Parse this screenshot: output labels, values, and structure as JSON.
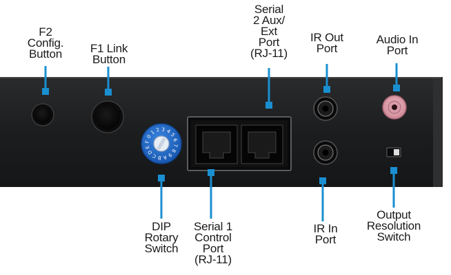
{
  "colors": {
    "panel": "#1d1e20",
    "panel_edge": "#3a3b3d",
    "callout": "#1a8fd0",
    "label_text": "#1a1a1a",
    "dial": "#1f6fd0",
    "audio_jack": "#e8a0ae"
  },
  "labels": {
    "f2": "F2\nConfig.\nButton",
    "f1": "F1 Link\nButton",
    "serial2": "Serial\n2 Aux/\nExt\nPort\n(RJ-11)",
    "ir_out": "IR Out\nPort",
    "audio_in": "Audio In\nPort",
    "dip": "DIP\nRotary\nSwitch",
    "serial1": "Serial 1\nControl\nPort\n(RJ-11)",
    "ir_in": "IR In\nPort",
    "output_res": "Output\nResolution\nSwitch"
  },
  "dial_digits": "0123456789ABCDEF"
}
